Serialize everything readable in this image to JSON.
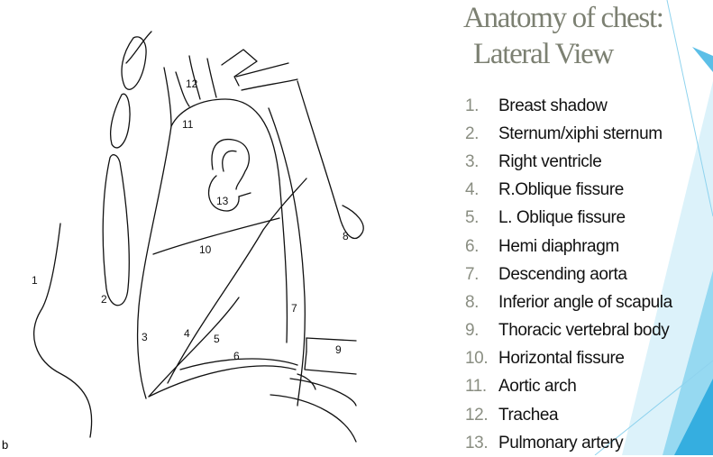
{
  "title_line1": "Anatomy of chest:",
  "title_line2": "Lateral View",
  "figure_label": "b",
  "colors": {
    "title": "#7c8072",
    "number": "#8a8e82",
    "accent": "#3fb4e3"
  },
  "diagram_numbers": [
    "1",
    "2",
    "3",
    "4",
    "5",
    "6",
    "7",
    "8",
    "9",
    "10",
    "11",
    "12",
    "13"
  ],
  "legend": [
    {
      "num": "1.",
      "text": "Breast shadow"
    },
    {
      "num": "2.",
      "text": "Sternum/xiphi sternum"
    },
    {
      "num": "3.",
      "text": "Right ventricle"
    },
    {
      "num": "4.",
      "text": "R.Oblique fissure"
    },
    {
      "num": "5.",
      "text": "L. Oblique fissure"
    },
    {
      "num": "6.",
      "text": "Hemi diaphragm"
    },
    {
      "num": "7.",
      "text": "Descending aorta"
    },
    {
      "num": "8.",
      "text": "Inferior angle of scapula"
    },
    {
      "num": "9.",
      "text": "Thoracic vertebral body"
    },
    {
      "num": "10.",
      "text": "Horizontal fissure"
    },
    {
      "num": "11.",
      "text": "Aortic arch"
    },
    {
      "num": "12.",
      "text": "Trachea"
    },
    {
      "num": "13.",
      "text": "Pulmonary artery"
    }
  ]
}
